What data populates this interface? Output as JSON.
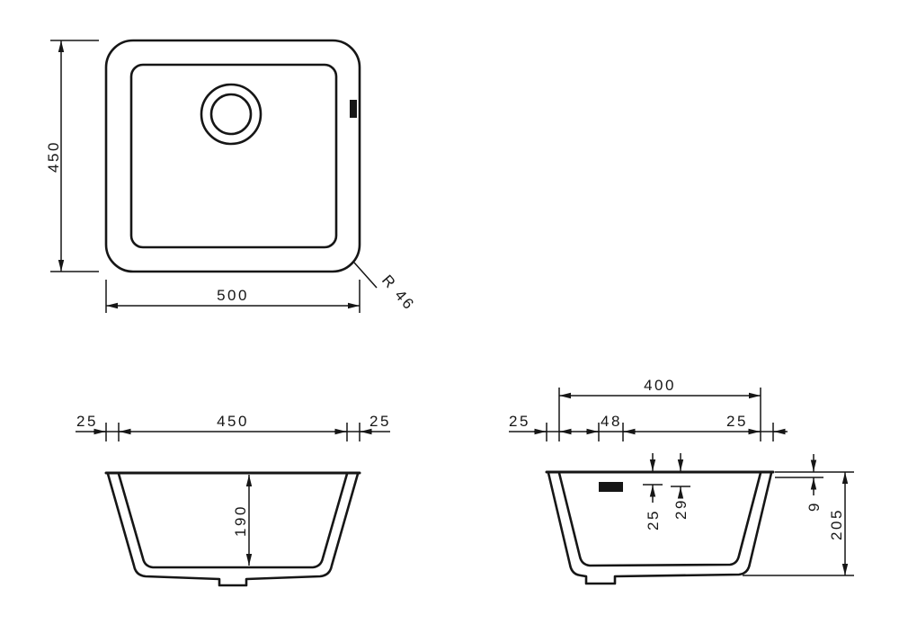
{
  "drawing": {
    "title": "sink-dimension-drawing",
    "ink_color": "#161616",
    "background_color": "#ffffff",
    "top_view": {
      "height": "450",
      "width": "500",
      "corner_radius": "R 46"
    },
    "front_view": {
      "left_rim": "25",
      "inner_width": "450",
      "right_rim": "25",
      "inner_depth": "190"
    },
    "side_view": {
      "inner_length": "400",
      "left_rim": "25",
      "drain_width": "48",
      "right_rim": "25",
      "drain_top_depth": "25",
      "drain_bottom_depth": "29",
      "rim_height": "9",
      "total_depth": "205"
    }
  }
}
